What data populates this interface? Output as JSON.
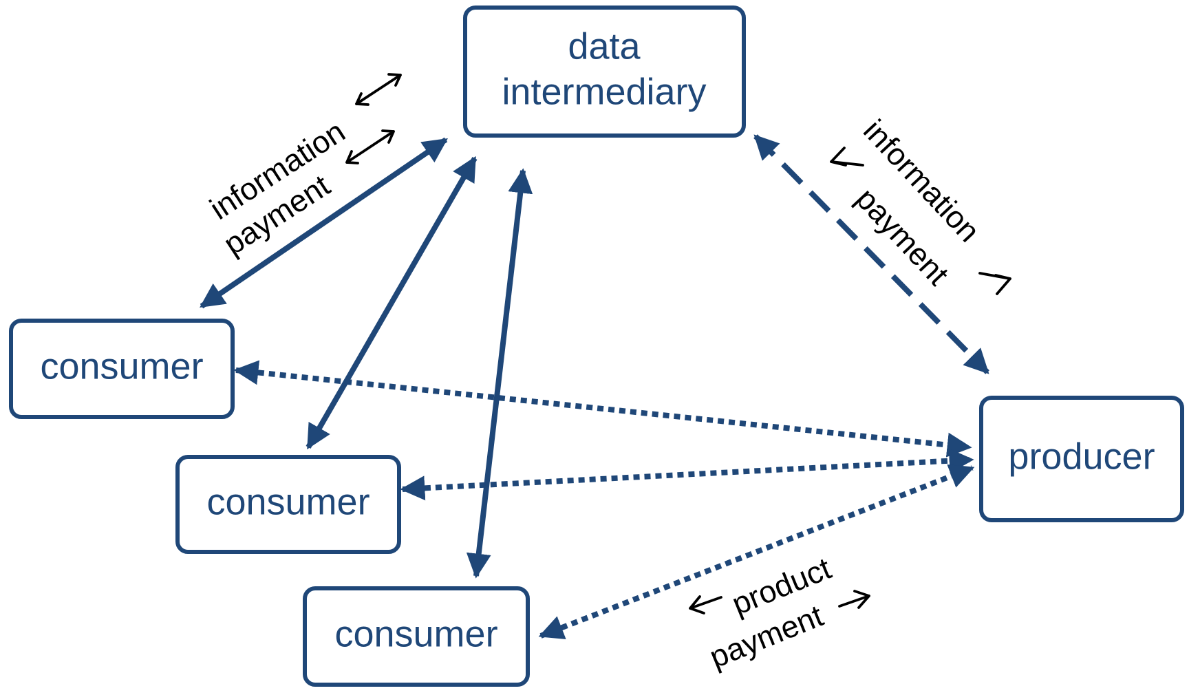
{
  "nodes": {
    "data_intermediary": {
      "line1": "data",
      "line2": "intermediary"
    },
    "consumer_1": {
      "label": "consumer"
    },
    "consumer_2": {
      "label": "consumer"
    },
    "consumer_3": {
      "label": "consumer"
    },
    "producer": {
      "label": "producer"
    }
  },
  "edge_labels": {
    "consumer_intermediary": {
      "information": "information",
      "payment": "payment"
    },
    "intermediary_producer": {
      "information": "information",
      "payment": "payment"
    },
    "producer_consumer": {
      "product": "product",
      "payment": "payment"
    }
  },
  "colors": {
    "primary": "#1f4778",
    "label": "#000000",
    "background": "#ffffff"
  }
}
